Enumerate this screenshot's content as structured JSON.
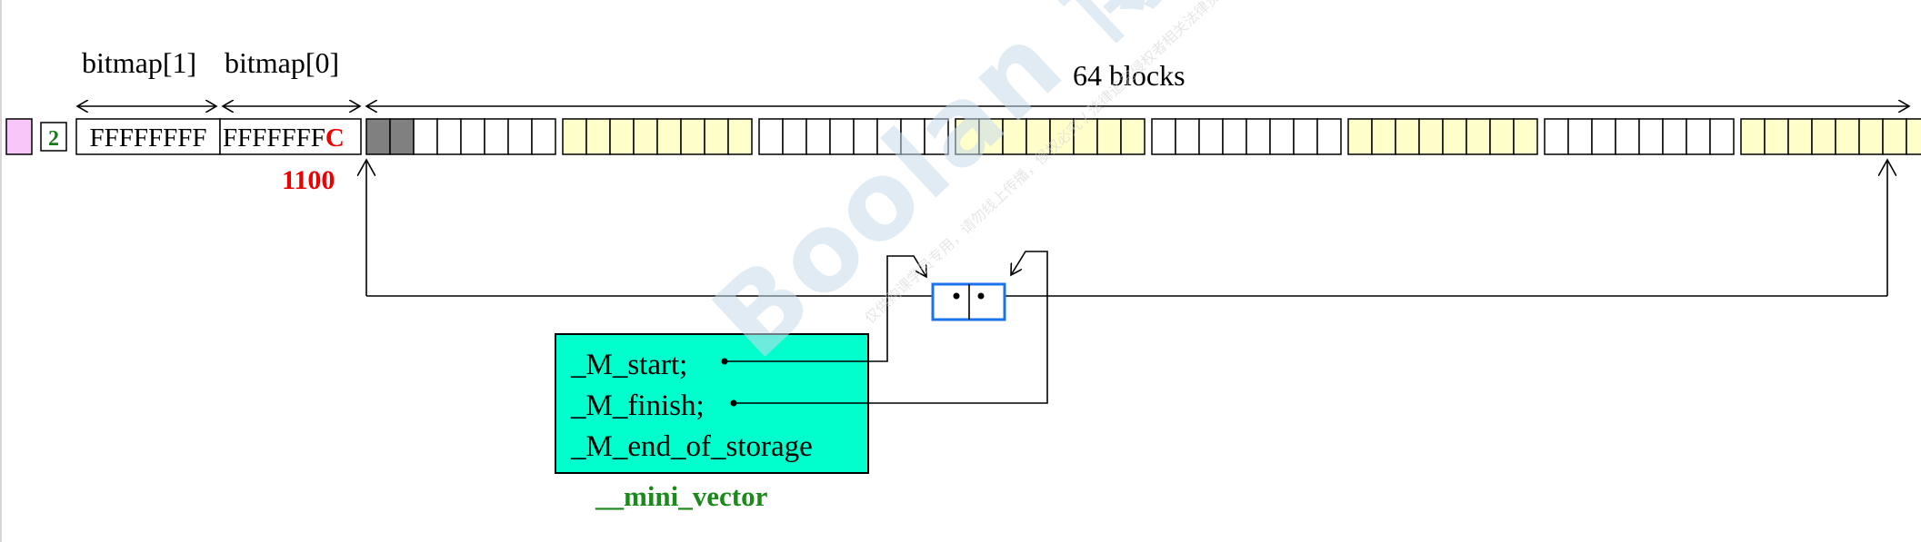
{
  "labels": {
    "bitmap1": "bitmap[1]",
    "bitmap0": "bitmap[0]",
    "blocks": "64 blocks",
    "count_value": "2",
    "bitmap1_value": "FFFFFFFF",
    "bitmap0_prefix": "FFFFFFF",
    "bitmap0_last": "C",
    "binary": "1100",
    "vector_name": "__mini_vector"
  },
  "members": [
    "_M_start;",
    "_M_finish;",
    "_M_end_of_storage"
  ],
  "watermark": {
    "main": "Boolan 博览网",
    "small": "仅供购课学员专用，请勿线上传播，侵权必究 / 法律追究侵权者相关法律责任"
  },
  "blocks": {
    "count": 64,
    "per_group": 8,
    "used": 2
  },
  "colors": {
    "pink_box": "#f8c6f8",
    "used_block": "#808080",
    "yellow_group": "#ffffcc",
    "white_group": "#ffffff",
    "vector_fill": "#00ffcc",
    "vector_name": "#1a8a1a",
    "count_text": "#1a7a1a",
    "accent_red": "#ee0000",
    "pointer_box": "#1a73e8",
    "line": "#000000"
  }
}
